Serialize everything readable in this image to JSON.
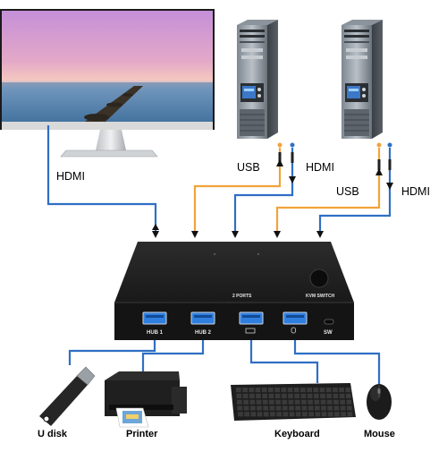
{
  "connection_labels": {
    "monitor_hdmi": "HDMI",
    "pc1_usb": "USB",
    "pc1_hdmi": "HDMI",
    "pc2_usb": "USB",
    "pc2_hdmi": "HDMI"
  },
  "switch": {
    "ports_label": "2 PORTS",
    "brand_label": "KVM SWITCH",
    "port_labels": [
      "HUB 1",
      "HUB 2"
    ],
    "button_label": "SW"
  },
  "devices": {
    "u_disk": "U disk",
    "printer": "Printer",
    "keyboard": "Keyboard",
    "mouse": "Mouse"
  },
  "colors": {
    "hdmi_cable": "#2f6fc4",
    "usb_cable": "#f2a33a",
    "switch_body": "#1f1f1f",
    "usb_port": "#2f7fe0"
  }
}
